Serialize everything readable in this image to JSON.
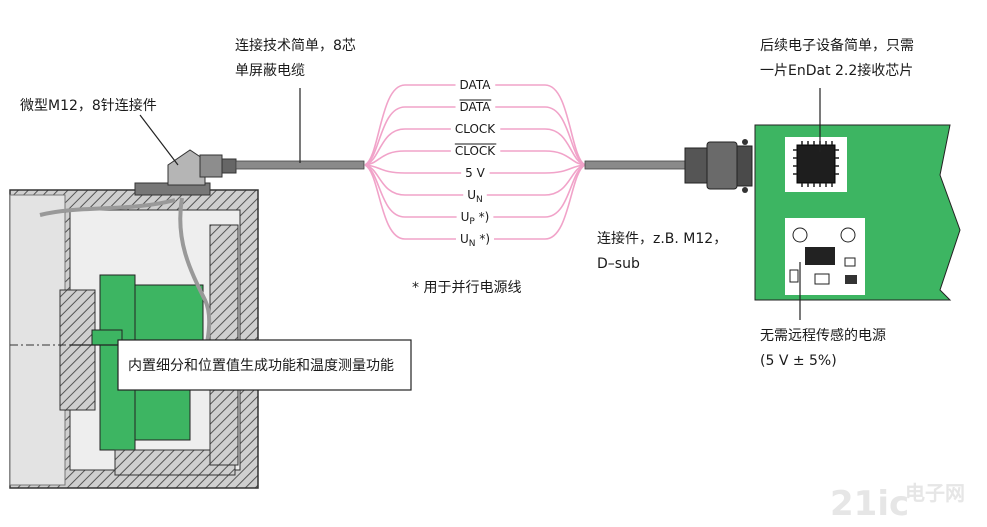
{
  "labels": {
    "cable_line1": "连接技术简单，8芯",
    "cable_line2": "单屏蔽电缆",
    "connector": "微型M12，8针连接件",
    "electronics_line1": "后续电子设备简单，只需",
    "electronics_line2": "一片EnDat 2.2接收芯片",
    "plug_line1": "连接件，z.B. M12，",
    "plug_line2": "D–sub",
    "footnote": "*  用于并行电源线",
    "power_line1": "无需远程传感的电源",
    "power_line2": "(5 V ± 5%)",
    "encoder_box": "内置细分和位置值生成功能和温度测量功能"
  },
  "signals": [
    {
      "text": "DATA",
      "overline": false
    },
    {
      "text": "DATA",
      "overline": true
    },
    {
      "text": "CLOCK",
      "overline": false
    },
    {
      "text": "CLOCK",
      "overline": true
    },
    {
      "text": "5 V",
      "overline": false
    },
    {
      "text": "U",
      "sub": "N",
      "suffix": "",
      "overline": false
    },
    {
      "text": "U",
      "sub": "P",
      "suffix": " *)",
      "overline": false
    },
    {
      "text": "U",
      "sub": "N",
      "suffix": " *)",
      "overline": false
    }
  ],
  "watermark": {
    "main": "21ic",
    "sub": "电子网"
  },
  "colors": {
    "green": "#3db562",
    "wire_pink": "#f1a3c9",
    "hatch": "#555555",
    "body_gray": "#d9d9d9"
  }
}
